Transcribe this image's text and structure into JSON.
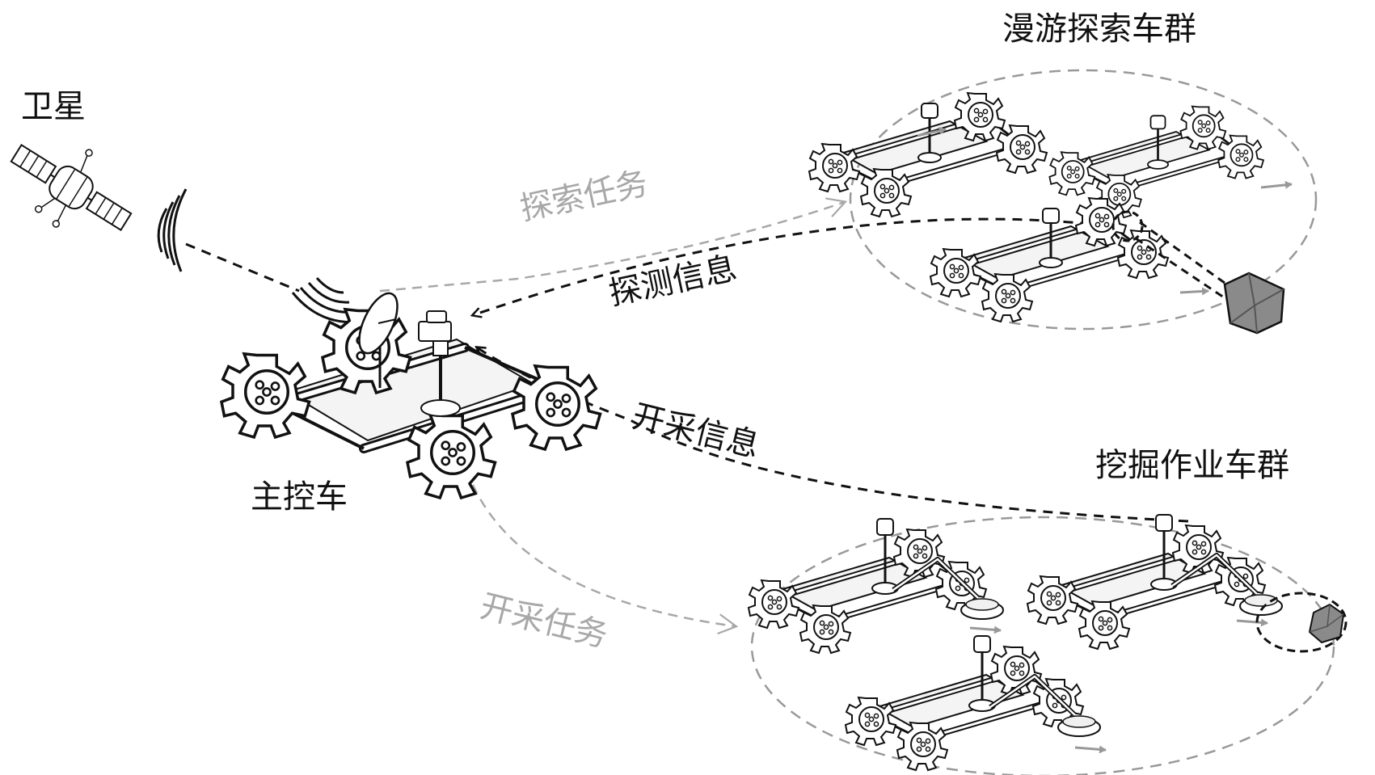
{
  "labels": {
    "satellite": "卫星",
    "rover_group": "漫游探索车群",
    "excavator_group": "挖掘作业车群",
    "master_vehicle": "主控车",
    "explore_task": "探索任务",
    "detect_info": "探测信息",
    "mining_info": "开采信息",
    "mining_task": "开采任务"
  },
  "colors": {
    "ink": "#111111",
    "grey_link": "#a8a8a8",
    "rock_fill": "#8a8a8a",
    "body_fill": "#f4f4f4"
  }
}
